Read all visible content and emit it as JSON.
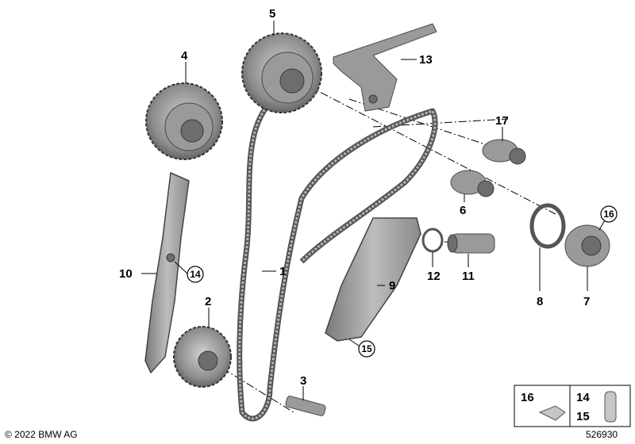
{
  "labels": {
    "p1": "1",
    "p2": "2",
    "p3": "3",
    "p4": "4",
    "p5": "5",
    "p6": "6",
    "p7": "7",
    "p8": "8",
    "p9": "9",
    "p10": "10",
    "p11": "11",
    "p12": "12",
    "p13": "13",
    "p14": "14",
    "p15": "15",
    "p16": "16",
    "p17": "17"
  },
  "legend": {
    "left": "16",
    "right_top": "14",
    "right_bottom": "15"
  },
  "footer": {
    "copyright": "© 2022 BMW AG",
    "diagram_number": "526930"
  }
}
